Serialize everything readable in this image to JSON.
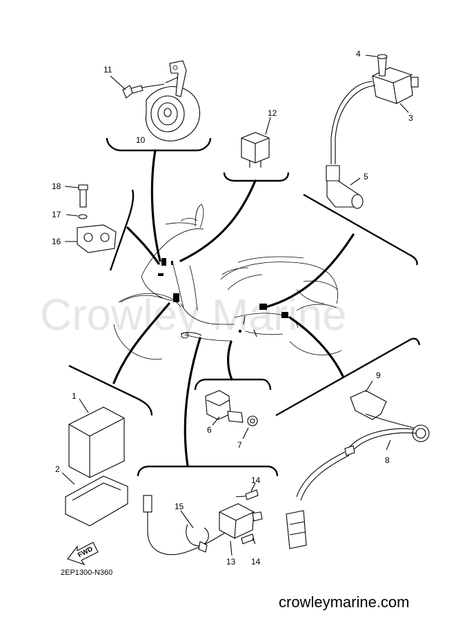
{
  "watermark": "Crowley Marine",
  "footer_url": "crowleymarine.com",
  "diagram_code": "2EP1300-N360",
  "fwd_label": "FWD",
  "callouts": {
    "c1": "1",
    "c2": "2",
    "c3": "3",
    "c4": "4",
    "c5": "5",
    "c6": "6",
    "c7": "7",
    "c8": "8",
    "c9": "9",
    "c10": "10",
    "c11": "11",
    "c12": "12",
    "c13": "13",
    "c14a": "14",
    "c14b": "14",
    "c15": "15",
    "c16": "16",
    "c17": "17",
    "c18": "18"
  }
}
